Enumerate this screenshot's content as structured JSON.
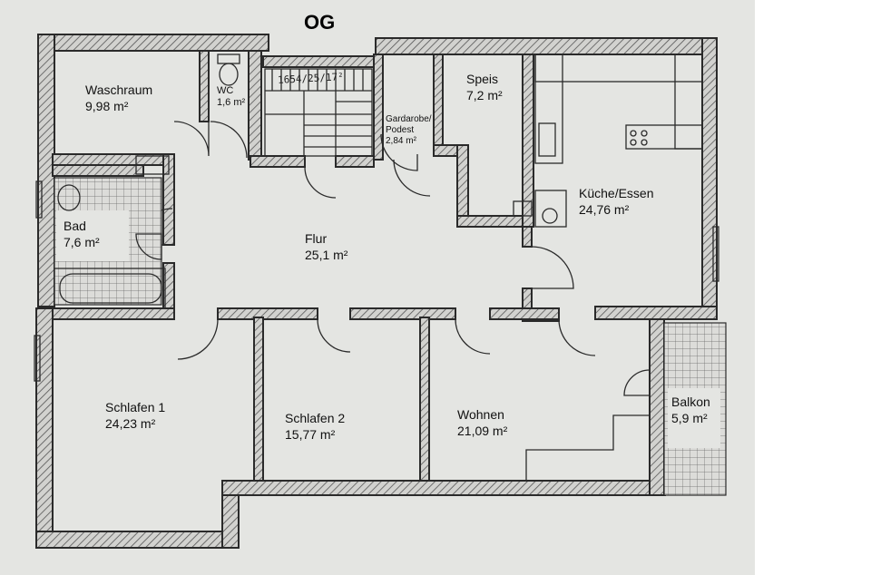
{
  "title": "OG",
  "handwritten_note": "1654/25/17²",
  "rooms": [
    {
      "key": "waschraum",
      "name": "Waschraum",
      "area": "9,98 m²"
    },
    {
      "key": "wc",
      "name": "WC",
      "area": "1,6 m²"
    },
    {
      "key": "gardarobe",
      "name": "Gardarobe/",
      "name2": "Podest",
      "area": "2,84 m²"
    },
    {
      "key": "speis",
      "name": "Speis",
      "area": "7,2 m²"
    },
    {
      "key": "kueche",
      "name": "Küche/Essen",
      "area": "24,76 m²"
    },
    {
      "key": "bad",
      "name": "Bad",
      "area": "7,6 m²"
    },
    {
      "key": "flur",
      "name": "Flur",
      "area": "25,1 m²"
    },
    {
      "key": "schlafen1",
      "name": "Schlafen 1",
      "area": "24,23 m²"
    },
    {
      "key": "schlafen2",
      "name": "Schlafen 2",
      "area": "15,77 m²"
    },
    {
      "key": "wohnen",
      "name": "Wohnen",
      "area": "21,09 m²"
    },
    {
      "key": "balkon",
      "name": "Balkon",
      "area": "5,9 m²"
    }
  ]
}
